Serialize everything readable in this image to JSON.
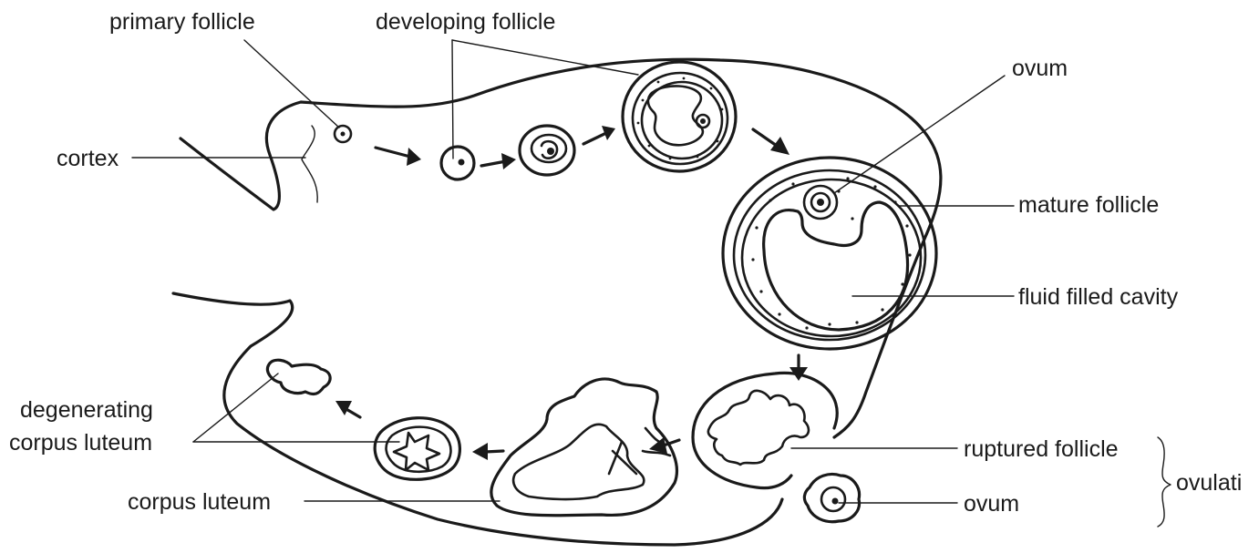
{
  "labels": {
    "primary_follicle": "primary follicle",
    "developing_follicle": "developing follicle",
    "ovum_top": "ovum",
    "cortex": "cortex",
    "mature_follicle": "mature follicle",
    "fluid_filled_cavity": "fluid filled cavity",
    "degenerating_line1": "degenerating",
    "degenerating_line2": "corpus luteum",
    "corpus_luteum": "corpus luteum",
    "ruptured_follicle": "ruptured follicle",
    "ovum_bottom": "ovum",
    "ovulation": "ovulati"
  },
  "colors": {
    "ink": "#1a1a1a",
    "background": "#ffffff"
  }
}
